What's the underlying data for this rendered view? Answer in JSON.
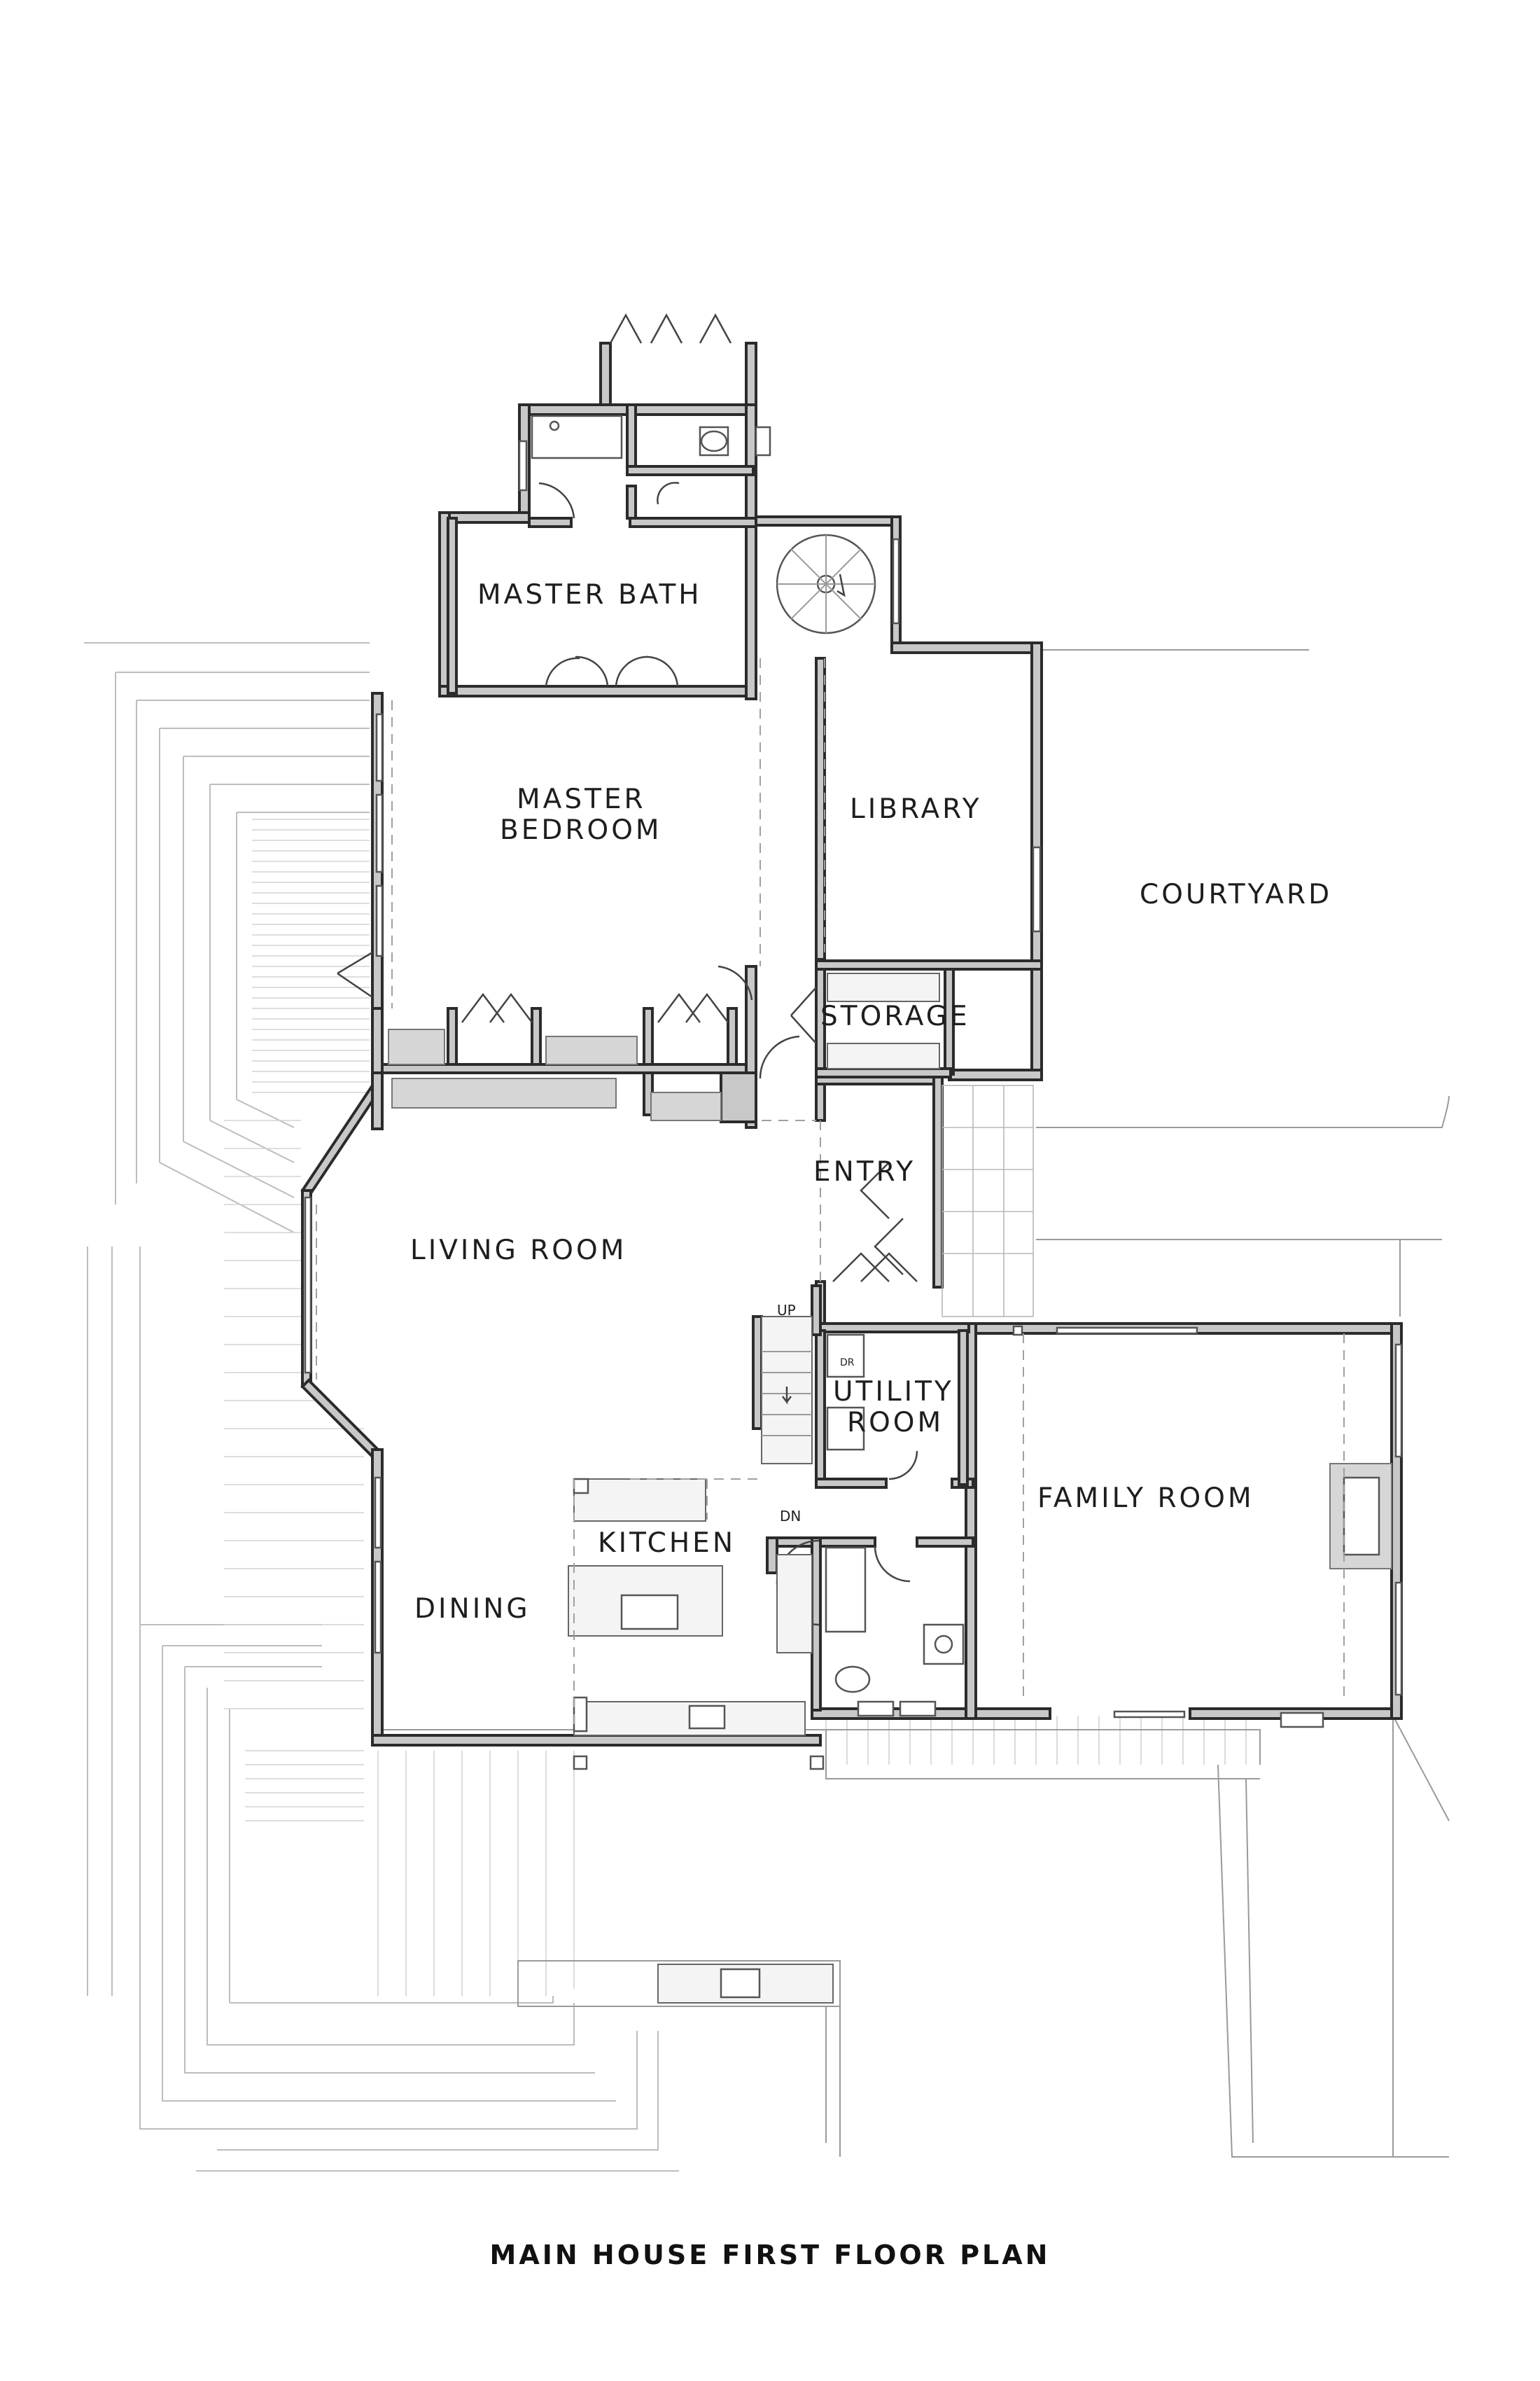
{
  "plan": {
    "title": "MAIN HOUSE FIRST FLOOR PLAN",
    "rooms": {
      "master_bath": "MASTER BATH",
      "master_bedroom_line1": "MASTER",
      "master_bedroom_line2": "BEDROOM",
      "library": "LIBRARY",
      "courtyard": "COURTYARD",
      "storage": "STORAGE",
      "entry": "ENTRY",
      "living_room": "LIVING ROOM",
      "utility_room_line1": "UTILITY",
      "utility_room_line2": "ROOM",
      "family_room": "FAMILY ROOM",
      "kitchen": "KITCHEN",
      "dining": "DINING"
    },
    "annotations": {
      "stair_up": "UP",
      "stair_down": "DN",
      "dryer": "DR"
    }
  }
}
